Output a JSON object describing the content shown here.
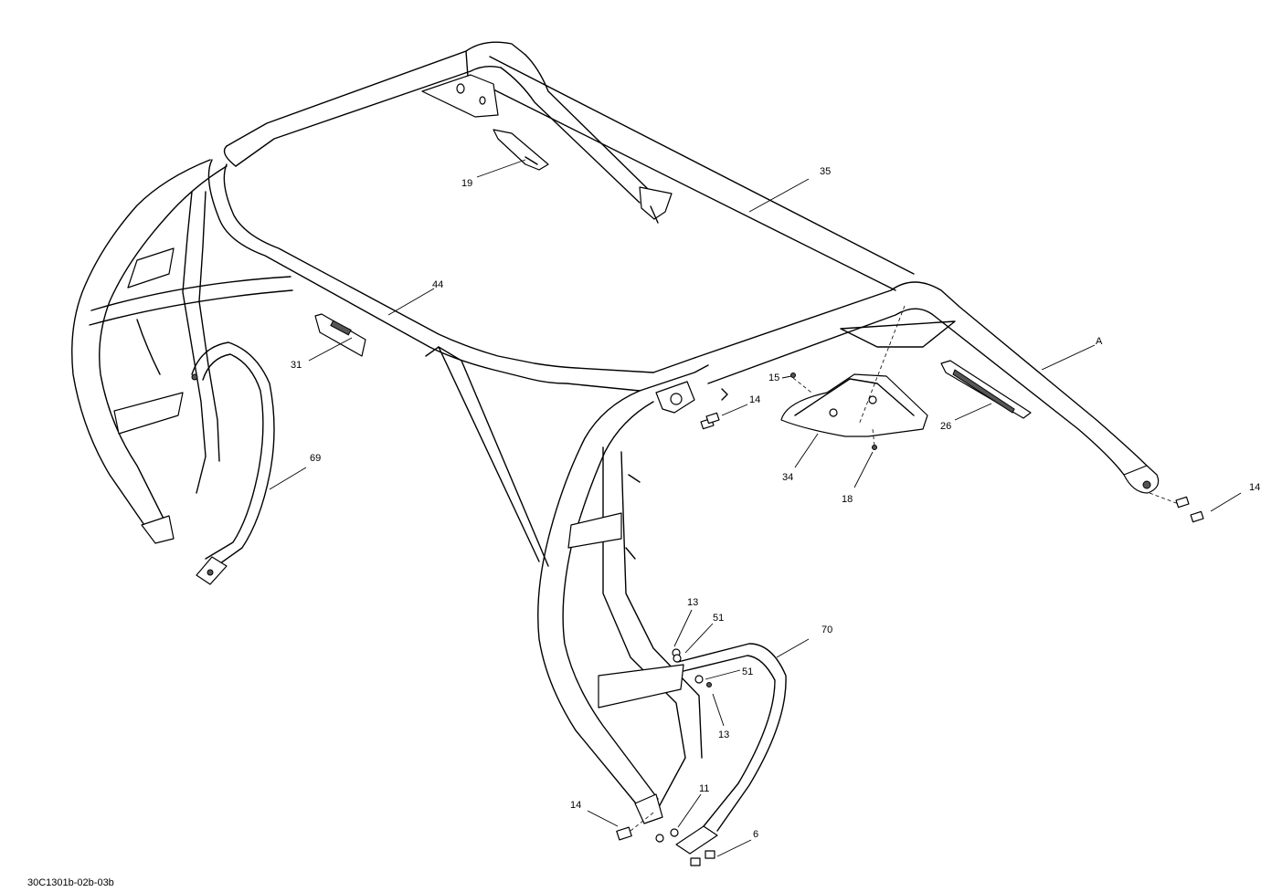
{
  "diagram": {
    "reference_code": "30C1301b-02b-03b",
    "callouts": {
      "c19": "19",
      "c35": "35",
      "c44": "44",
      "c31": "31",
      "c69": "69",
      "cA": "A",
      "c15": "15",
      "c14a": "14",
      "c26": "26",
      "c34": "34",
      "c18": "18",
      "c14b": "14",
      "c13a": "13",
      "c51a": "51",
      "c70": "70",
      "c51b": "51",
      "c13b": "13",
      "c11": "11",
      "c14c": "14",
      "c6": "6"
    }
  }
}
